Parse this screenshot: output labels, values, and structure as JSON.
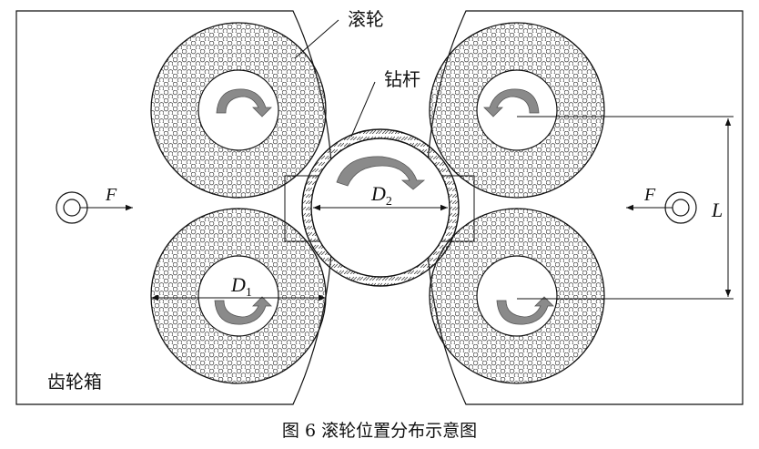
{
  "labels": {
    "roller": "滚轮",
    "drill_rod": "钻杆",
    "gearbox": "齿轮箱",
    "force_left": "F",
    "force_right": "F",
    "dim_d1_main": "D",
    "dim_d1_sub": "1",
    "dim_d2_main": "D",
    "dim_d2_sub": "2",
    "dim_l": "L"
  },
  "caption": "图 6  滚轮位置分布示意图",
  "colors": {
    "line": "#111111",
    "arrow_fill": "#8a8a8a",
    "background": "#ffffff"
  },
  "icons": {
    "rotation": "curved-rotation-arrow",
    "force": "force-arrow"
  }
}
